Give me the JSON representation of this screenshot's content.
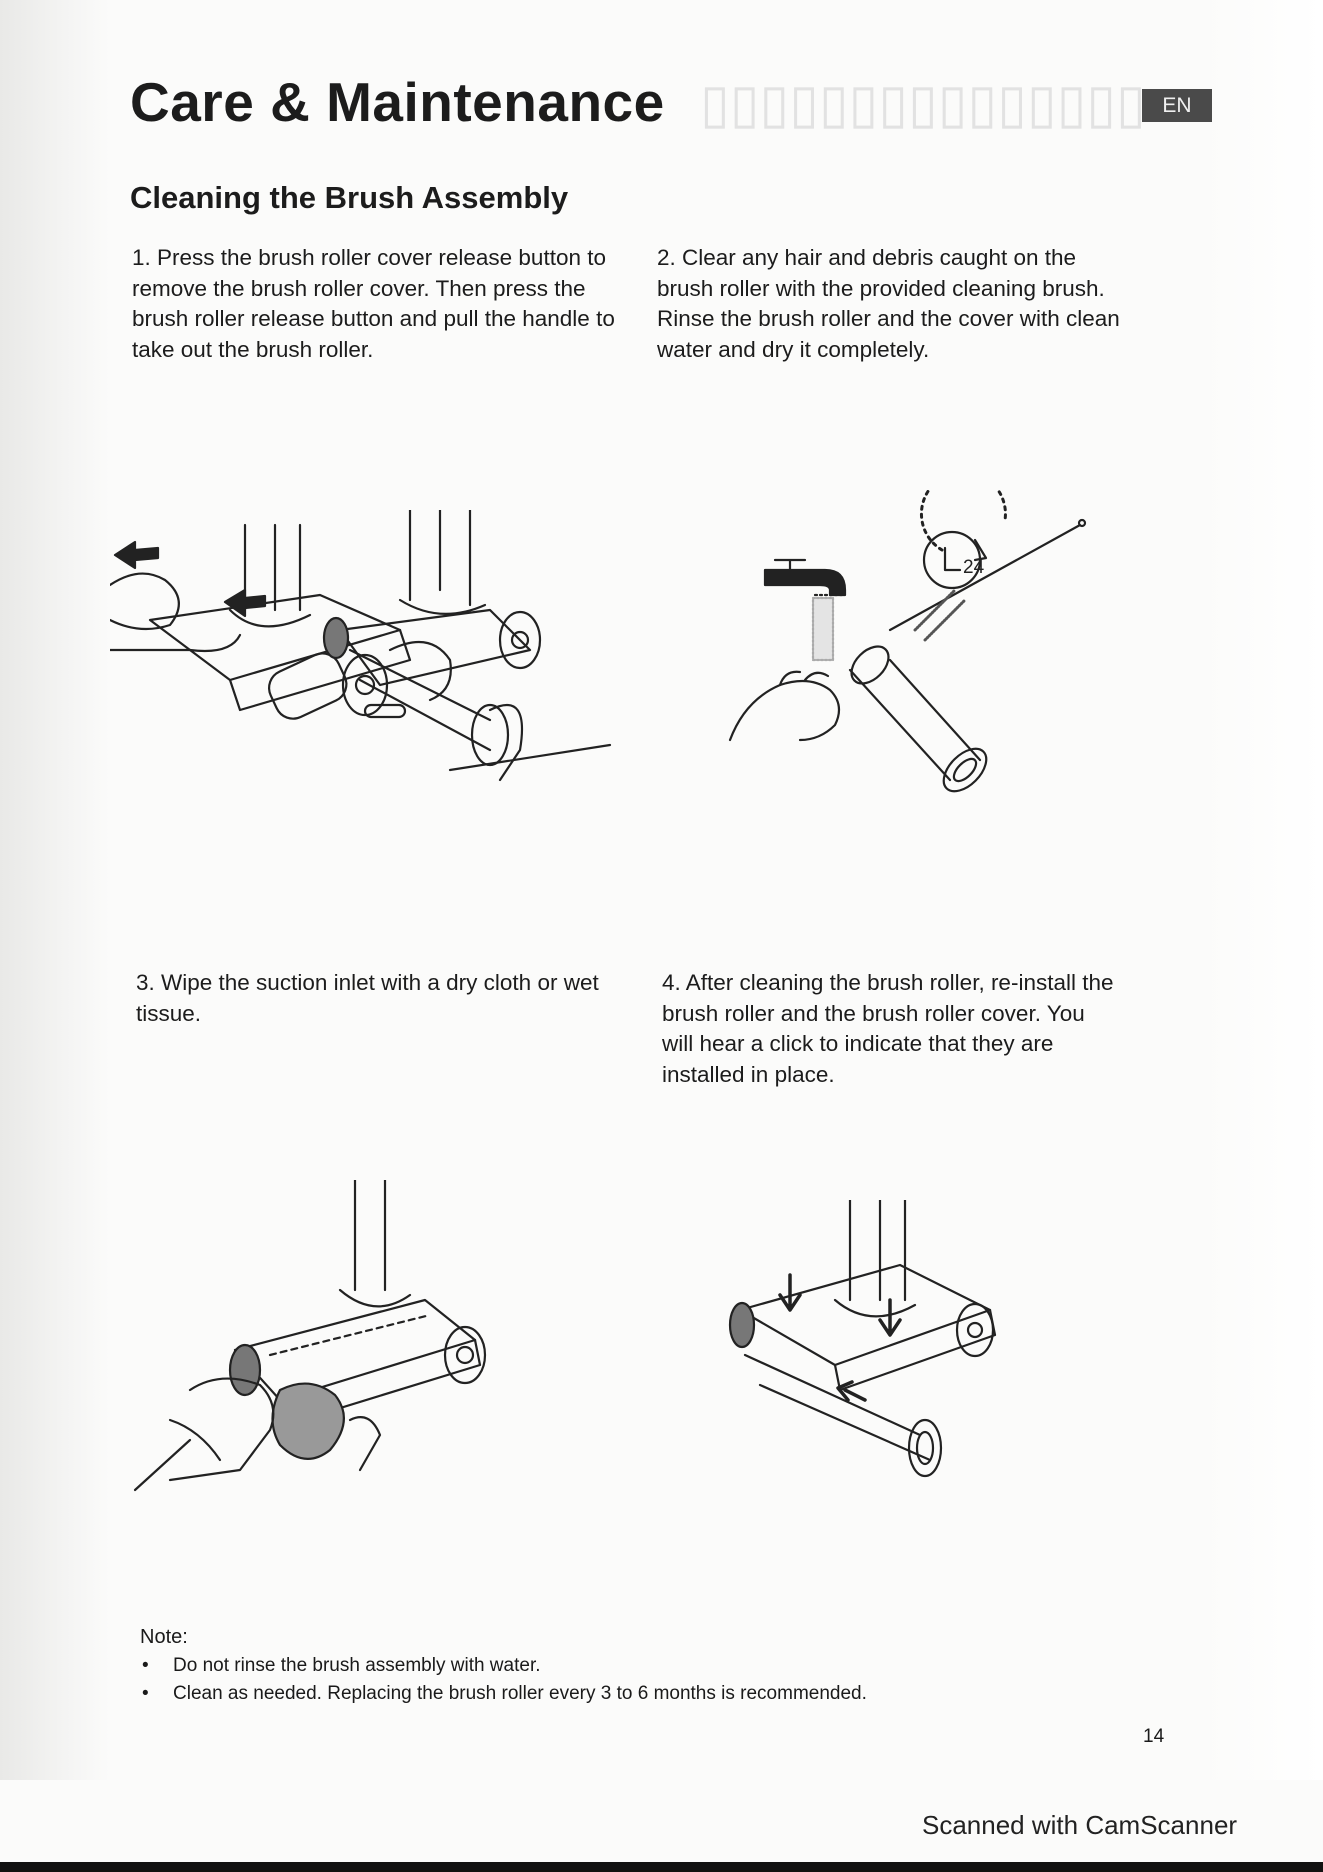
{
  "page": {
    "title": "Care & Maintenance",
    "language_badge": "EN",
    "section_title": "Cleaning the Brush Assembly",
    "steps": [
      "1. Press the brush roller cover release button to remove the brush roller cover. Then press the brush roller release button and pull the handle to take out the brush roller.",
      "2. Clear any hair and debris caught on the brush roller with the provided cleaning brush. Rinse the brush roller and the cover with clean water and dry it completely.",
      "3. Wipe the suction inlet with a dry cloth or wet tissue.",
      "4. After cleaning the brush roller, re-install the brush roller and the brush roller cover. You will hear a click to indicate that they are installed in place."
    ],
    "timer_label": "24",
    "note_label": "Note:",
    "notes": [
      "Do not rinse the brush assembly with water.",
      "Clean as needed. Replacing the brush roller every 3 to 6 months is recommended."
    ],
    "page_number": "14"
  },
  "footer": {
    "scanner_text": "Scanned with CamScanner"
  },
  "colors": {
    "ink": "#1c1c1c",
    "badge_bg": "#4a4a4a",
    "bleed_through": "#c9c9c9"
  }
}
